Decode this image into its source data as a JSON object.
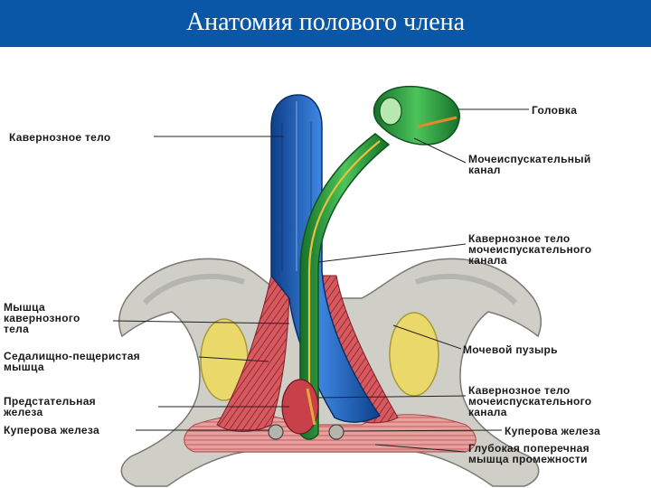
{
  "title": "Анатомия полового члена",
  "colors": {
    "header": "#0a57a8",
    "cavernous_body": "#1f5fb8",
    "spongy_body": "#2a9a3a",
    "muscle": "#c8414a",
    "bladder": "#e9d56a",
    "bone": "#c9c9c2"
  },
  "labels": {
    "cavernous_body": "Кавернозное тело",
    "glans": "Головка",
    "urethra_1": "Мочеиспускательный",
    "urethra_2": "канал",
    "spongy_top_1": "Кавернозное тело",
    "spongy_top_2": "мочеиспускательного",
    "spongy_top_3": "канала",
    "muscle_1": "Мышца",
    "muscle_2": "кавернозного",
    "muscle_3": "тела",
    "ischio_1": "Седалищно-пещеристая",
    "ischio_2": "мышца",
    "bladder": "Мочевой пузырь",
    "prostate_1": "Предстательная",
    "prostate_2": "железа",
    "spongy_bottom_1": "Кавернозное тело",
    "spongy_bottom_2": "мочеиспускательного",
    "spongy_bottom_3": "канала",
    "cowper_left": "Куперова железа",
    "cowper_right": "Куперова железа",
    "deep_1": "Глубокая поперечная",
    "deep_2": "мышца промежности"
  }
}
